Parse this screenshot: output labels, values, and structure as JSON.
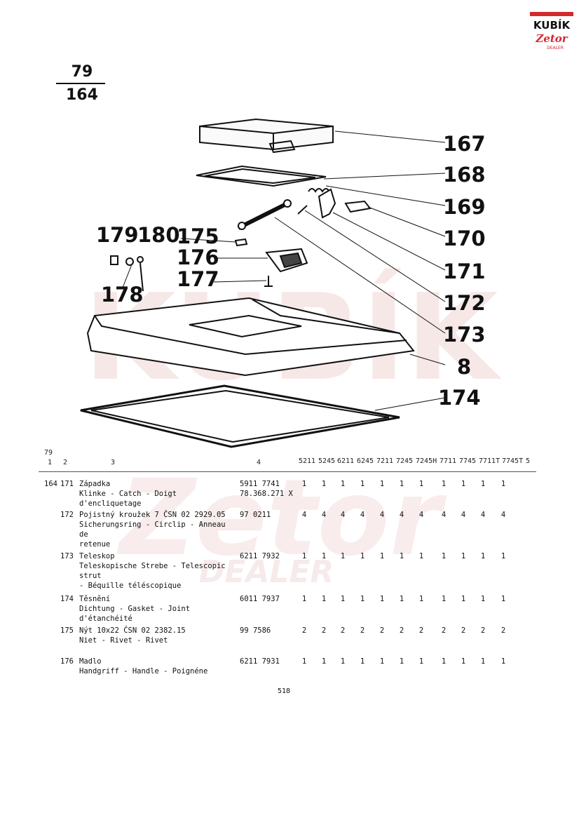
{
  "logo": {
    "brand": "KUBÍK",
    "sub": "Zetor",
    "tag": "DEALER"
  },
  "figure": {
    "number": "79",
    "page": "164"
  },
  "watermark": {
    "brand": "KUBÍK",
    "sub": "Zetor",
    "tag": "DEALER"
  },
  "callouts": [
    "167",
    "168",
    "169",
    "170",
    "171",
    "172",
    "173",
    "8",
    "174",
    "179",
    "180",
    "175",
    "176",
    "177",
    "178"
  ],
  "table": {
    "group": "79",
    "col_headers": [
      "1",
      "2",
      "3",
      "4"
    ],
    "models": [
      "5211",
      "5245",
      "6211",
      "6245",
      "7211",
      "7245",
      "7245H",
      "7711",
      "7745",
      "7711T",
      "7745T",
      "5"
    ],
    "rows": [
      {
        "c1": "164",
        "c2": "171",
        "desc": [
          "Západka",
          "Klinke - Catch - Doigt d'encliquetage"
        ],
        "partno": [
          "5911 7741",
          "78.368.271  X"
        ],
        "qty": "1"
      },
      {
        "c1": "",
        "c2": "172",
        "desc": [
          "Pojistný kroužek 7 ČSN 02 2929.05",
          "Sicherungsring - Circlip - Anneau de",
          "retenue"
        ],
        "partno": [
          "97 0211"
        ],
        "qty": "4"
      },
      {
        "c1": "",
        "c2": "173",
        "desc": [
          "Teleskop",
          "Teleskopische Strebe - Telescopic strut",
          "- Béquille téléscopique"
        ],
        "partno": [
          "6211 7932"
        ],
        "qty": "1"
      },
      {
        "c1": "",
        "c2": "174",
        "desc": [
          "Těsnění",
          "Dichtung - Gasket - Joint d'étanchéité"
        ],
        "partno": [
          "6011 7937"
        ],
        "qty": "1"
      },
      {
        "c1": "",
        "c2": "175",
        "desc": [
          "Nýt 10x22 ČSN 02 2382.15",
          "Niet - Rivet - Rivet"
        ],
        "partno": [
          "99 7586"
        ],
        "qty": "2"
      },
      {
        "c1": "",
        "c2": "176",
        "desc": [
          "Madlo",
          "Handgriff - Handle - Poignéne"
        ],
        "partno": [
          "6211 7931"
        ],
        "qty": "1"
      }
    ]
  },
  "page_number": "518"
}
